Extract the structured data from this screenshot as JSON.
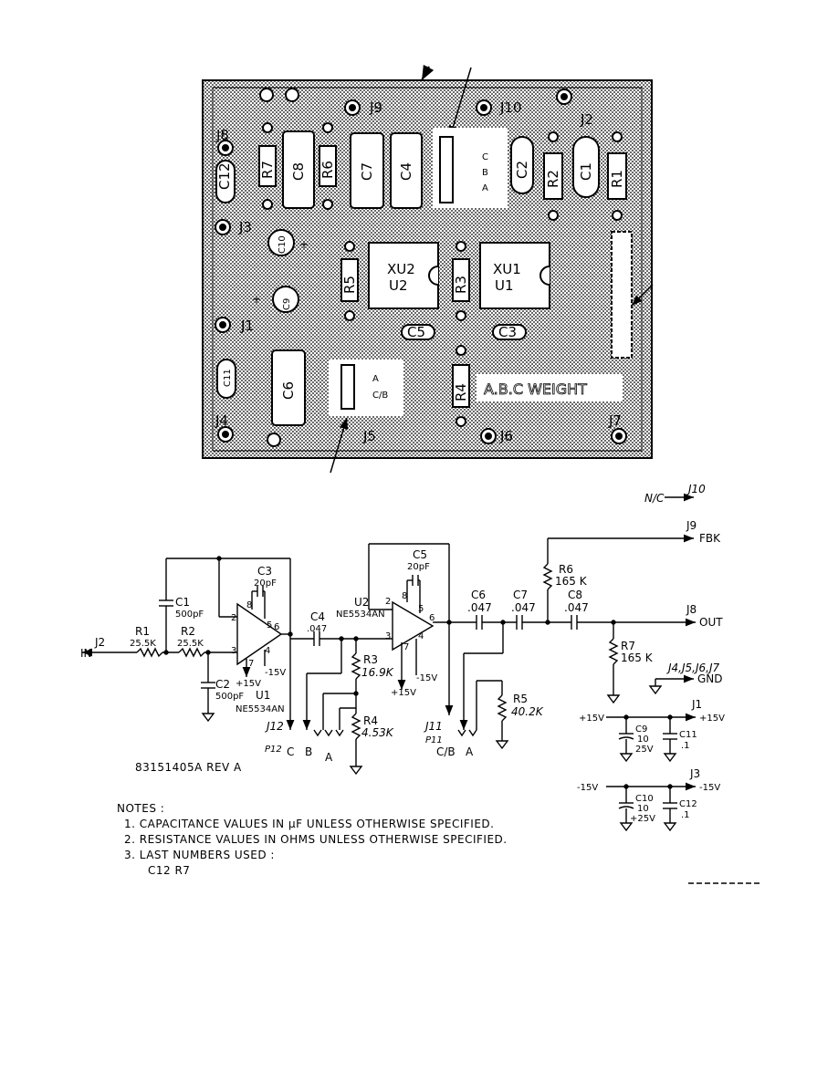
{
  "board": {
    "jacks": [
      "J1",
      "J2",
      "J3",
      "J4",
      "J5",
      "J6",
      "J7",
      "J8",
      "J9",
      "J10"
    ],
    "components": [
      "C12",
      "R7",
      "C8",
      "R6",
      "C7",
      "C4",
      "C2",
      "R2",
      "C1",
      "R1",
      "C10",
      "C9",
      "R5",
      "R3",
      "C11",
      "C6",
      "R4",
      "C5",
      "C3"
    ],
    "ics": {
      "u2_top": "XU2",
      "u2_bottom": "U2",
      "u1_top": "XU1",
      "u1_bottom": "U1"
    },
    "jumper_top": [
      "C",
      "B",
      "A"
    ],
    "jumper_bottom": [
      "A",
      "C/B"
    ],
    "weight_label": "A.B.C WEIGHT"
  },
  "schematic": {
    "nc_label": "N/C",
    "j10": "J10",
    "j9": "J9",
    "fbk": "FBK",
    "j8": "J8",
    "out": "OUT",
    "j2": "J2",
    "in": "IN",
    "r1": "R1",
    "r1_val": "25.5K",
    "r2": "R2",
    "r2_val": "25.5K",
    "c1": "C1",
    "c1_val": "500pF",
    "c2": "C2",
    "c2_val": "500pF",
    "c3": "C3",
    "c3_val": "20pF",
    "c4": "C4",
    "c4_val": ".047",
    "u1": "U1",
    "u1_part": "NE5534AN",
    "u2": "U2",
    "u2_part": "NE5534AN",
    "c5": "C5",
    "c5_val": "20pF",
    "r3": "R3",
    "r3_val": "16.9K",
    "r4": "R4",
    "r4_val": "4.53K",
    "r5": "R5",
    "r5_val": "40.2K",
    "c6": "C6",
    "c6_val": ".047",
    "c7": "C7",
    "c7_val": ".047",
    "c8": "C8",
    "c8_val": ".047",
    "r6": "R6",
    "r6_val": "165 K",
    "r7": "R7",
    "r7_val": "165 K",
    "gnd_jacks": "J4,J5,J6,J7",
    "gnd": "GND",
    "p15": "+15V",
    "m15": "-15V",
    "p15v": "+15V",
    "m15v": "-15V",
    "j1": "J1",
    "j3": "J3",
    "c9": "C9",
    "c9_val": "10",
    "c9_v": "25V",
    "c10": "C10",
    "c10_val": "10",
    "c10_v": "+25V",
    "c11": "C11",
    "c11_val": ".1",
    "c12": "C12",
    "c12_val": ".1",
    "j12": "J12",
    "p12": "P12",
    "j11": "J11",
    "p11": "P11",
    "sel_c": "C",
    "sel_b": "B",
    "sel_a": "A",
    "sel_cb": "C/B",
    "sel_a2": "A",
    "pin2": "2",
    "pin3": "3",
    "pin4": "4",
    "pin5": "5",
    "pin6": "6",
    "pin7": "7",
    "pin8": "8"
  },
  "part_number": "83151405A REV A",
  "notes": {
    "title": "NOTES :",
    "n1": "1. CAPACITANCE VALUES IN µF UNLESS OTHERWISE SPECIFIED.",
    "n2": "2. RESISTANCE VALUES IN OHMS UNLESS OTHERWISE SPECIFIED.",
    "n3": "3. LAST NUMBERS USED :",
    "n4": "C12   R7"
  }
}
